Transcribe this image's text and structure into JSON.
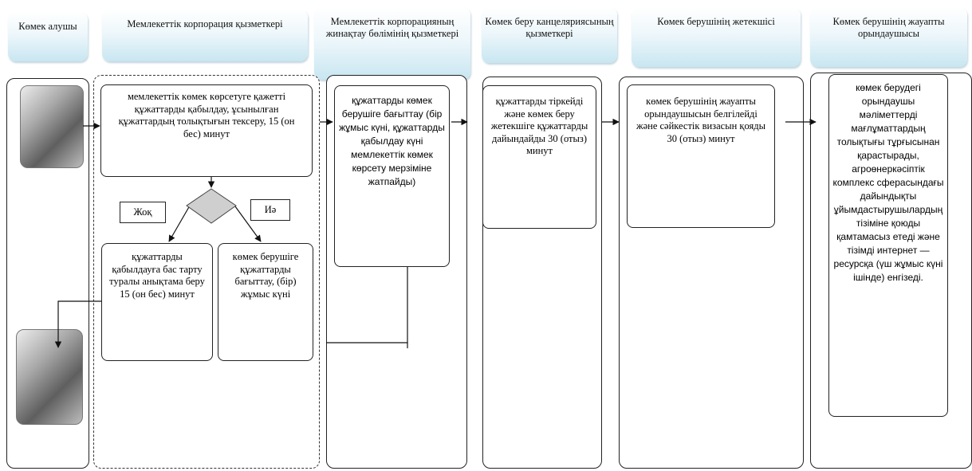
{
  "headers": [
    {
      "id": "recipient",
      "text": "Көмек алушы"
    },
    {
      "id": "corp_employee",
      "text": "Мемлекеттік корпорация қызметкері"
    },
    {
      "id": "corp_dept",
      "text": "Мемлекеттік корпорацияның жинақтау бөлімінің қызметкері"
    },
    {
      "id": "office_employee",
      "text": "Көмек беру канцеляриясының қызметкері"
    },
    {
      "id": "manager",
      "text": "Көмек берушінің жетекшісі"
    },
    {
      "id": "executor",
      "text": "Көмек берушінің жауапты орындаушысы"
    }
  ],
  "steps": {
    "accept_docs": "мемлекеттік көмек көрсетуге қажетті құжаттарды қабылдау, ұсынылған құжаттардың толықтығын тексеру,  15 (он бес) минут",
    "refusal": "құжаттарды қабылдауға бас тарту туралы анықтама беру 15 (он бес) минут",
    "send_to_provider": "көмек берушіге құжаттарды бағыттау, (бір) жұмыс күні",
    "dept_send": "құжаттарды көмек берушіге бағыттау (бір жұмыс күні, құжаттарды қабылдау күні мемлекеттік көмек көрсету мерзіміне жатпайды)",
    "register": "құжаттарды тіркейді және көмек беру жетекшіге құжаттарды дайындайды 30 (отыз) минут",
    "assign": "көмек берушінің жауапты орындаушысын белгілейді және сәйкестік визасын қояды 30 (отыз) минут",
    "review": "көмек берудегі орындаушы мәліметтерді мағлұматтардың толықтығы тұрғысынан қарастырады, агроөнеркәсіптік комплекс сферасындағы дайындықты ұйымдастырушылардың тізіміне қоюды қамтамасыз етеді және тізімді интернет — ресурсқа (үш жұмыс күні ішінде) енгізеді."
  },
  "decision": {
    "no_label": "Жоқ",
    "yes_label": "Иә"
  }
}
